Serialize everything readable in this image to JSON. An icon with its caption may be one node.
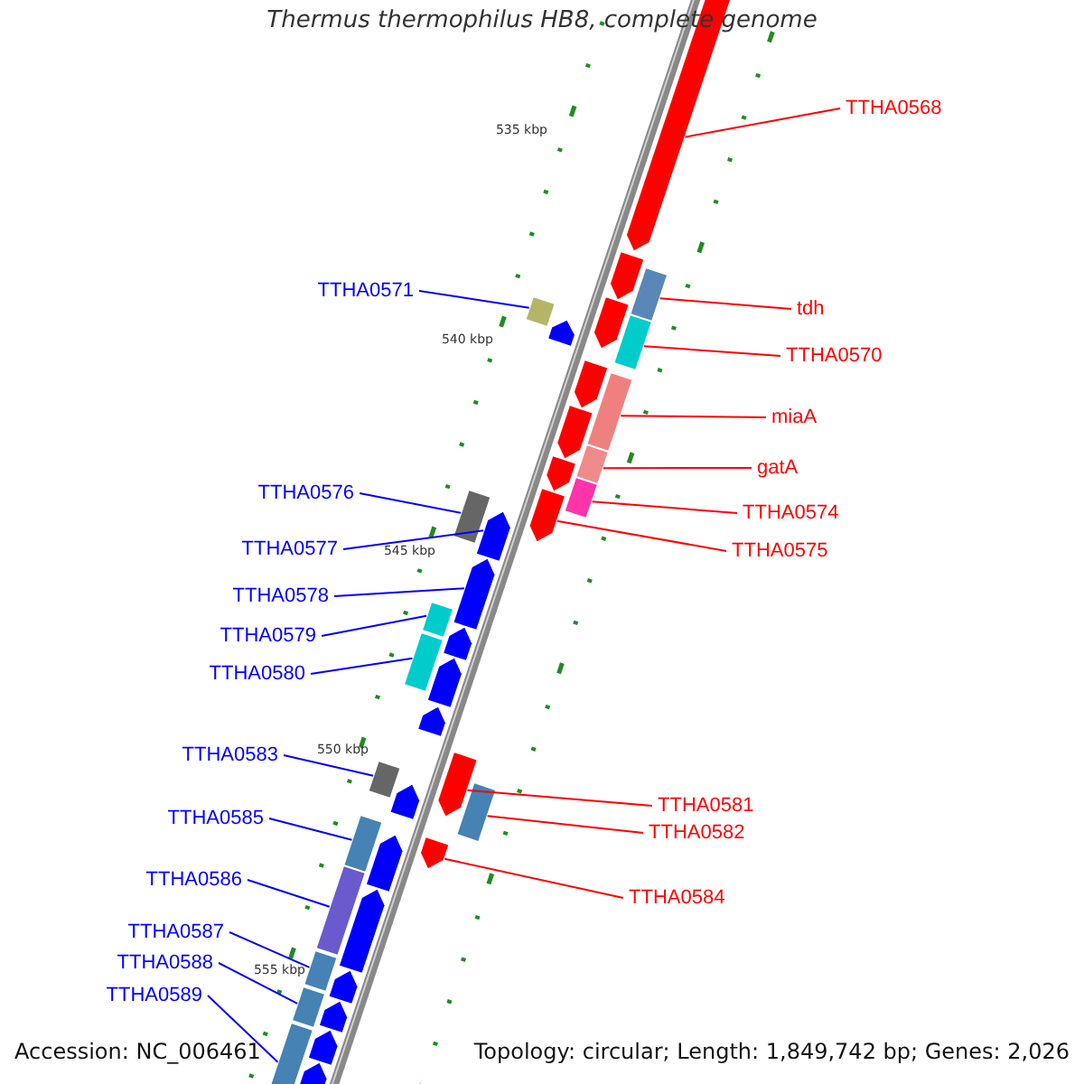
{
  "diagram": {
    "title": "Thermus thermophilus HB8, complete genome",
    "nodes": [
      {
        "text": [
          "TTHA0568"
        ]
      },
      {
        "text": [
          "TTHA0571"
        ]
      },
      {
        "text": [
          "tdh"
        ]
      },
      {
        "text": [
          "TTHA0570"
        ]
      },
      {
        "text": [
          "miaA"
        ]
      },
      {
        "text": [
          "gatA"
        ]
      },
      {
        "text": [
          "TTHA0576"
        ]
      },
      {
        "text": [
          "TTHA0574"
        ]
      },
      {
        "text": [
          "TTHA0577"
        ]
      },
      {
        "text": [
          "TTHA0575"
        ]
      },
      {
        "text": [
          "TTHA0578"
        ]
      },
      {
        "text": [
          "TTHA0579"
        ]
      },
      {
        "text": [
          "TTHA0580"
        ]
      },
      {
        "text": [
          "TTHA0583"
        ]
      },
      {
        "text": [
          "TTHA0581"
        ]
      },
      {
        "text": [
          "TTHA0585"
        ]
      },
      {
        "text": [
          "TTHA0582"
        ]
      },
      {
        "text": [
          "TTHA0586"
        ]
      },
      {
        "text": [
          "TTHA0584"
        ]
      },
      {
        "text": [
          "TTHA0587"
        ]
      },
      {
        "text": [
          "TTHA0588"
        ]
      },
      {
        "text": [
          "TTHA0589"
        ]
      },
      {
        "text": [],
        "shape": "pentagon"
      },
      {
        "text": [],
        "shape": "pentagon"
      },
      {
        "text": [],
        "shape": "box"
      },
      {
        "text": [],
        "shape": "pentagon"
      },
      {
        "text": [],
        "shape": "box"
      },
      {
        "text": [],
        "shape": "box"
      },
      {
        "text": [],
        "shape": "pentagon"
      },
      {
        "text": [],
        "shape": "pentagon"
      },
      {
        "text": [],
        "shape": "box"
      },
      {
        "text": [],
        "shape": "pentagon"
      },
      {
        "text": [],
        "shape": "box"
      },
      {
        "text": [],
        "shape": "pentagon"
      },
      {
        "text": [],
        "shape": "box"
      },
      {
        "text": [],
        "shape": "pentagon"
      },
      {
        "text": [],
        "shape": "box"
      },
      {
        "text": [],
        "shape": "pentagon"
      },
      {
        "text": [],
        "shape": "pentagon"
      },
      {
        "text": [],
        "shape": "box"
      },
      {
        "text": [],
        "shape": "pentagon"
      },
      {
        "text": [],
        "shape": "box"
      },
      {
        "text": [],
        "shape": "pentagon"
      },
      {
        "text": [],
        "shape": "pentagon"
      },
      {
        "text": [],
        "shape": "pentagon"
      },
      {
        "text": [],
        "shape": "box"
      },
      {
        "text": [],
        "shape": "box"
      },
      {
        "text": [],
        "shape": "pentagon"
      },
      {
        "text": [],
        "shape": "box"
      },
      {
        "text": [],
        "shape": "pentagon"
      },
      {
        "text": [],
        "shape": "pentagon"
      },
      {
        "text": [],
        "shape": "box"
      },
      {
        "text": [],
        "shape": "pentagon"
      },
      {
        "text": [],
        "shape": "box"
      },
      {
        "text": [],
        "shape": "pentagon"
      },
      {
        "text": [],
        "shape": "box"
      },
      {
        "text": [],
        "shape": "pentagon"
      },
      {
        "text": [],
        "shape": "pentagon"
      },
      {
        "text": [],
        "shape": "box"
      },
      {
        "text": [],
        "shape": "pentagon"
      }
    ],
    "edges": [
      {
        "from": 0,
        "to": 22,
        "arrow": "none",
        "color": "#ff0000"
      },
      {
        "from": 1,
        "to": 27,
        "arrow": "none"
      },
      {
        "from": 2,
        "to": 24,
        "arrow": "none",
        "color": "#ff0000"
      },
      {
        "from": 3,
        "to": 26,
        "arrow": "none",
        "color": "#ff0000"
      },
      {
        "from": 4,
        "to": 30,
        "arrow": "none",
        "color": "#ff0000"
      },
      {
        "from": 5,
        "to": 32,
        "arrow": "none",
        "color": "#ff0000"
      },
      {
        "from": 6,
        "to": 36,
        "arrow": "none"
      },
      {
        "from": 7,
        "to": 34,
        "arrow": "none",
        "color": "#ff0000"
      },
      {
        "from": 8,
        "to": 37,
        "arrow": "none"
      },
      {
        "from": 9,
        "to": 35,
        "arrow": "none",
        "color": "#ff0000"
      },
      {
        "from": 10,
        "to": 38,
        "arrow": "none"
      },
      {
        "from": 11,
        "to": 39,
        "arrow": "none"
      },
      {
        "from": 12,
        "to": 41,
        "arrow": "none"
      },
      {
        "from": 13,
        "to": 46,
        "arrow": "none"
      },
      {
        "from": 14,
        "to": 44,
        "arrow": "none",
        "color": "#ff0000"
      },
      {
        "from": 15,
        "to": 48,
        "arrow": "none"
      },
      {
        "from": 16,
        "to": 45,
        "arrow": "none",
        "color": "#ff0000"
      },
      {
        "from": 17,
        "to": 51,
        "arrow": "none"
      },
      {
        "from": 18,
        "to": 49,
        "arrow": "none",
        "color": "#ff0000"
      },
      {
        "from": 19,
        "to": 53,
        "arrow": "none"
      },
      {
        "from": 20,
        "to": 55,
        "arrow": "none"
      },
      {
        "from": 21,
        "to": 58,
        "arrow": "none"
      }
    ],
    "labels": [
      "535 kbp",
      "540 kbp",
      "545 kbp",
      "550 kbp",
      "555 kbp",
      "Accession: NC_006461",
      "Topology: circular; Length: 1,849,742 bp; Genes: 2,026"
    ]
  }
}
